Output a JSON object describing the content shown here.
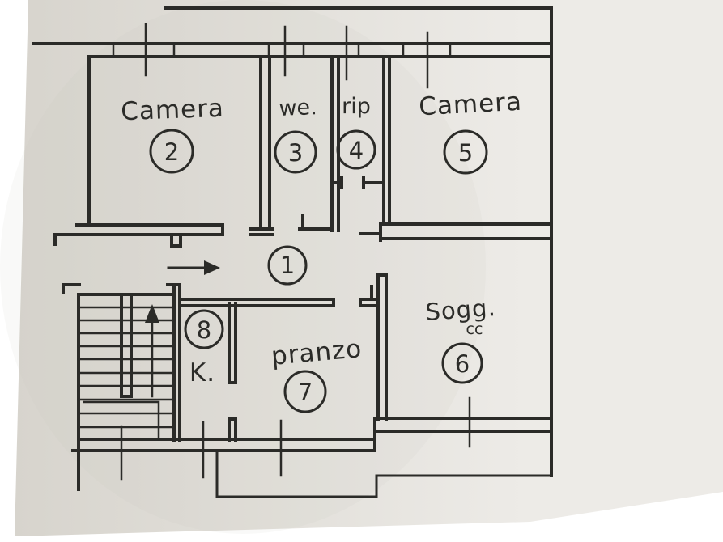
{
  "document": {
    "kind": "hand-drawn apartment floor plan photo"
  },
  "colors": {
    "ink": "#2b2b28",
    "paper1": "#d7d4cd",
    "paper2": "#edebe7",
    "background": "#ffffff"
  },
  "icons": {
    "entrance_arrow": "right-arrow",
    "stairs_up_arrow": "up-arrow"
  },
  "rooms": [
    {
      "key": "hallway",
      "label": "",
      "number": "1"
    },
    {
      "key": "camera-2",
      "label": "Camera",
      "number": "2"
    },
    {
      "key": "wc",
      "label": "we.",
      "number": "3"
    },
    {
      "key": "rip",
      "label": "rip",
      "number": "4"
    },
    {
      "key": "camera-5",
      "label": "Camera",
      "number": "5"
    },
    {
      "key": "soggiorno",
      "label": "Sogg.",
      "sublabel": "cc",
      "number": "6"
    },
    {
      "key": "pranzo",
      "label": "pranzo",
      "number": "7"
    },
    {
      "key": "kitchen",
      "label": "K.",
      "number": "8"
    }
  ]
}
